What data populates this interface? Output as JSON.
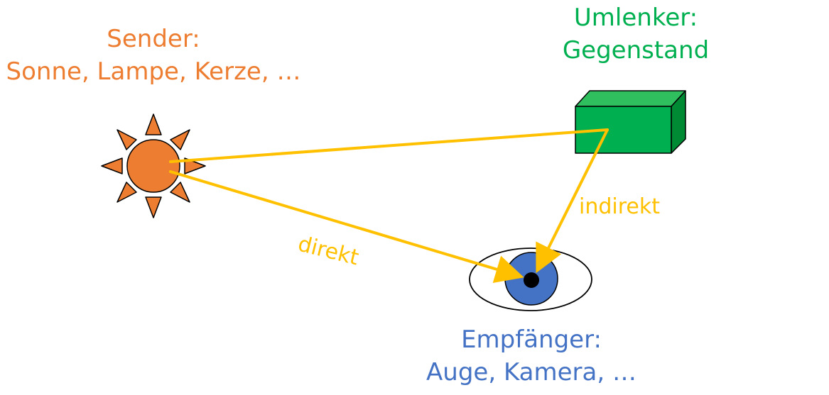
{
  "sender": {
    "title": "Sender:",
    "examples": "Sonne, Lampe, Kerze, …",
    "color": "#ED7D31",
    "icon": "sun-icon"
  },
  "deflector": {
    "title": "Umlenker:",
    "examples": "Gegenstand",
    "color": "#00B050",
    "icon": "box-icon"
  },
  "receiver": {
    "title": "Empfänger:",
    "examples": "Auge, Kamera, …",
    "color": "#4472C4",
    "icon": "eye-icon"
  },
  "paths": {
    "direct": "direkt",
    "indirect": "indirekt",
    "color": "#FFC000"
  }
}
